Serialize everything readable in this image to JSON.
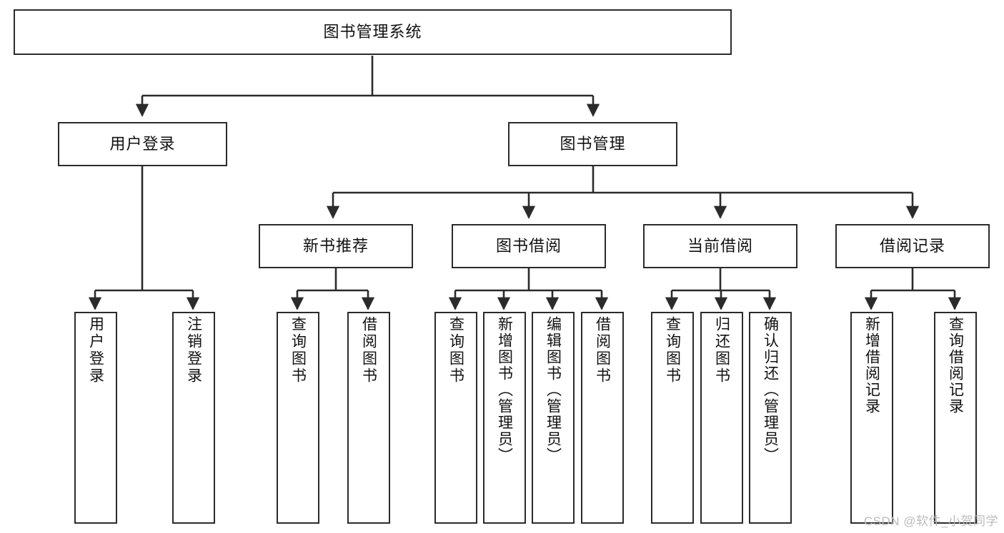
{
  "diagram": {
    "title": "图书管理系统",
    "type": "tree-diagram",
    "colors": {
      "box_border": "#2b2b2b",
      "box_fill": "#ffffff",
      "line": "#2b2b2b",
      "text": "#111111",
      "watermark": "#b9b9b9"
    },
    "root": {
      "label": "图书管理系统"
    },
    "level2": [
      {
        "label": "用户登录"
      },
      {
        "label": "图书管理"
      }
    ],
    "level3": [
      {
        "label": "新书推荐"
      },
      {
        "label": "图书借阅"
      },
      {
        "label": "当前借阅"
      },
      {
        "label": "借阅记录"
      }
    ],
    "leaves": {
      "user_login": [
        {
          "label": "用户登录"
        },
        {
          "label": "注销登录"
        }
      ],
      "new_book_recommend": [
        {
          "label": "查询图书"
        },
        {
          "label": "借阅图书"
        }
      ],
      "book_borrow": [
        {
          "label": "查询图书"
        },
        {
          "label": "新增图书（管理员）"
        },
        {
          "label": "编辑图书（管理员）"
        },
        {
          "label": "借阅图书"
        }
      ],
      "current_borrow": [
        {
          "label": "查询图书"
        },
        {
          "label": "归还图书"
        },
        {
          "label": "确认归还（管理员）"
        }
      ],
      "borrow_record": [
        {
          "label": "新增借阅记录"
        },
        {
          "label": "查询借阅记录"
        }
      ]
    }
  },
  "watermark": {
    "text": "CSDN @软件_小贺同学"
  }
}
